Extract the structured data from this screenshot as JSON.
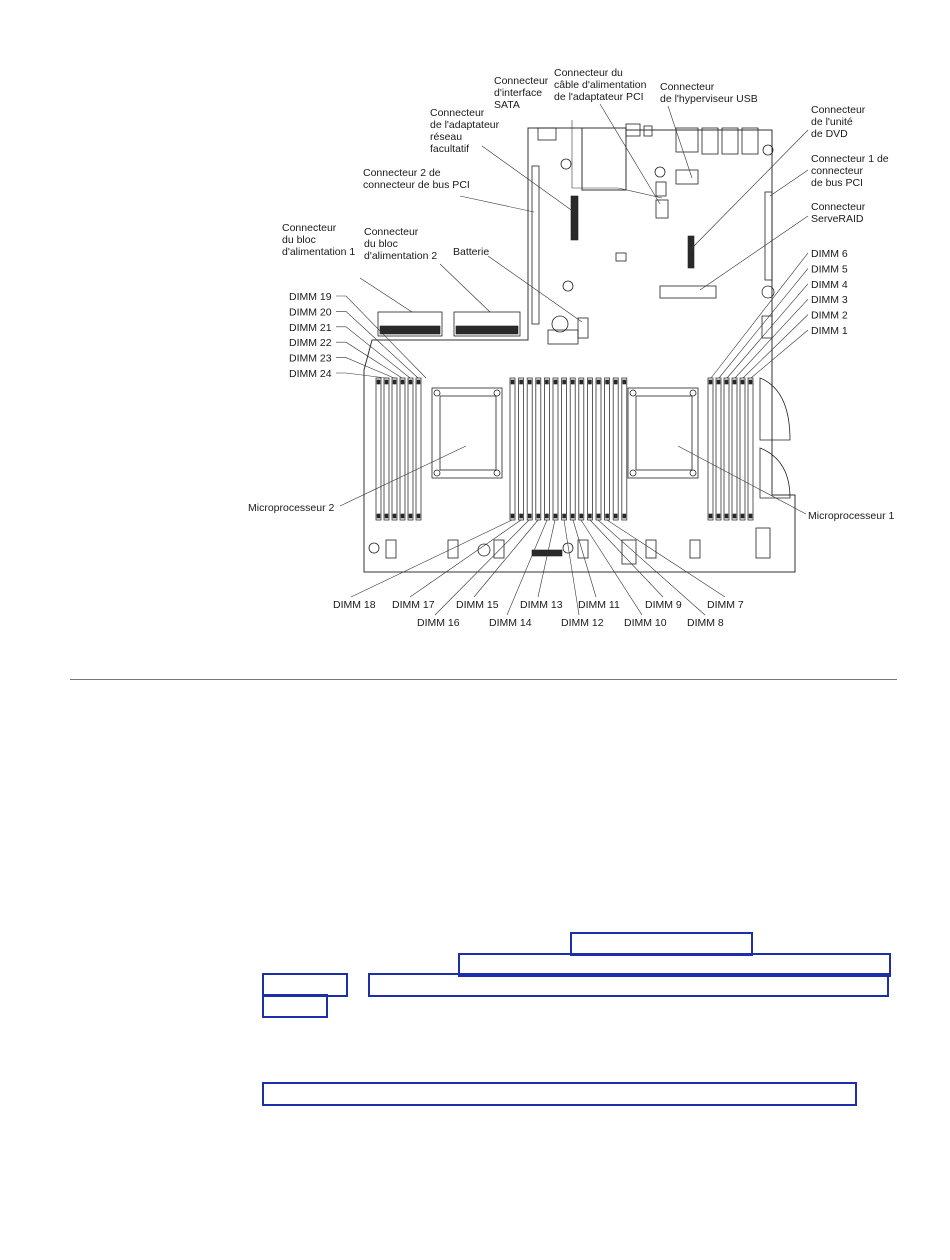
{
  "labels": {
    "sata": [
      "Connecteur",
      "d'interface",
      "SATA"
    ],
    "pci_power": [
      "Connecteur du",
      "câble d'alimentation",
      "de l'adaptateur PCI"
    ],
    "usb_hypervisor": [
      "Connecteur",
      "de l'hyperviseur USB"
    ],
    "network_adapter": [
      "Connecteur",
      "de l'adaptateur",
      "réseau",
      "facultatif"
    ],
    "dvd": [
      "Connecteur",
      "de l'unité",
      "de DVD"
    ],
    "pci_bus_2": [
      "Connecteur 2 de",
      "connecteur de bus PCI"
    ],
    "pci_bus_1": [
      "Connecteur 1 de",
      "connecteur",
      "de bus PCI"
    ],
    "serveraid": [
      "Connecteur",
      "ServeRAID"
    ],
    "power_block_1": [
      "Connecteur",
      "du bloc",
      "d'alimentation 1"
    ],
    "power_block_2": [
      "Connecteur",
      "du bloc",
      "d'alimentation 2"
    ],
    "battery": [
      "Batterie"
    ],
    "microprocessor_2": [
      "Microprocesseur 2"
    ],
    "microprocessor_1": [
      "Microprocesseur 1"
    ]
  },
  "dimm_left": [
    "DIMM 19",
    "DIMM 20",
    "DIMM 21",
    "DIMM 22",
    "DIMM 23",
    "DIMM 24"
  ],
  "dimm_right": [
    "DIMM 6",
    "DIMM 5",
    "DIMM 4",
    "DIMM 3",
    "DIMM 2",
    "DIMM 1"
  ],
  "dimm_bottom_row1": [
    "DIMM 18",
    "DIMM 17",
    "DIMM 15",
    "DIMM 13",
    "DIMM 11",
    "DIMM 9",
    "DIMM 7"
  ],
  "dimm_bottom_row2": [
    "DIMM 16",
    "DIMM 14",
    "DIMM 12",
    "DIMM 10",
    "DIMM 8"
  ],
  "colors": {
    "highlight": "#1c2fa8",
    "divider": "#777777"
  }
}
